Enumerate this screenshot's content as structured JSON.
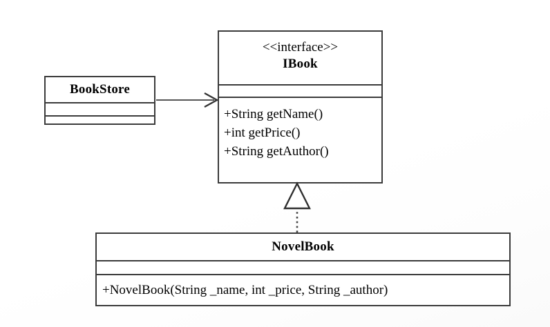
{
  "diagram": {
    "type": "uml-class-diagram",
    "title": "BookStore IBook NovelBook class diagram",
    "background_color": "#ffffff",
    "line_color": "#3a3a3a"
  },
  "classes": {
    "bookstore": {
      "name": "BookStore",
      "attributes": [],
      "operations": []
    },
    "ibook": {
      "stereotype": "<<interface>>",
      "name": "IBook",
      "attributes": [],
      "operations": [
        "+String getName()",
        "+int getPrice()",
        "+String getAuthor()"
      ]
    },
    "novelbook": {
      "name": "NovelBook",
      "attributes": [],
      "operations": [
        "+NovelBook(String _name, int _price, String _author)"
      ]
    }
  },
  "relationships": {
    "association": {
      "kind": "association",
      "label": "",
      "from": "BookStore",
      "to": "IBook",
      "line_style": "solid",
      "arrowhead": "open"
    },
    "realization": {
      "kind": "realization",
      "label": "",
      "from": "NovelBook",
      "to": "IBook",
      "line_style": "dotted",
      "arrowhead": "hollow-triangle"
    }
  }
}
